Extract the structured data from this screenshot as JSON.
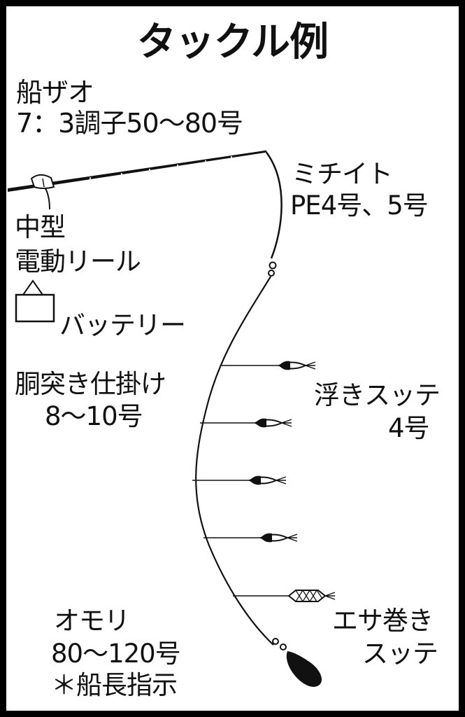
{
  "title": "タックル例",
  "rod": {
    "name": "船ザオ",
    "spec": "7：3調子50～80号"
  },
  "main_line": {
    "name": "ミチイト",
    "spec": "PE4号、5号"
  },
  "reel": {
    "line1": "中型",
    "line2": "電動リール"
  },
  "battery": {
    "label": "バッテリー"
  },
  "rig": {
    "line1": "胴突き仕掛け",
    "line2": "8～10号"
  },
  "squid_jig": {
    "line1": "浮きスッテ",
    "line2": "4号"
  },
  "bait_jig": {
    "line1": "エサ巻き",
    "line2": "スッテ"
  },
  "sinker": {
    "line1": "オモリ",
    "line2": "80～120号",
    "line3": "＊船長指示"
  },
  "colors": {
    "ink": "#111111",
    "frame": "#000000",
    "background": "#ffffff"
  },
  "icons": [
    "fishing-rod-icon",
    "electric-reel-icon",
    "battery-icon",
    "swivel-icon",
    "squid-jig-icon",
    "bait-jig-icon",
    "sinker-icon"
  ]
}
